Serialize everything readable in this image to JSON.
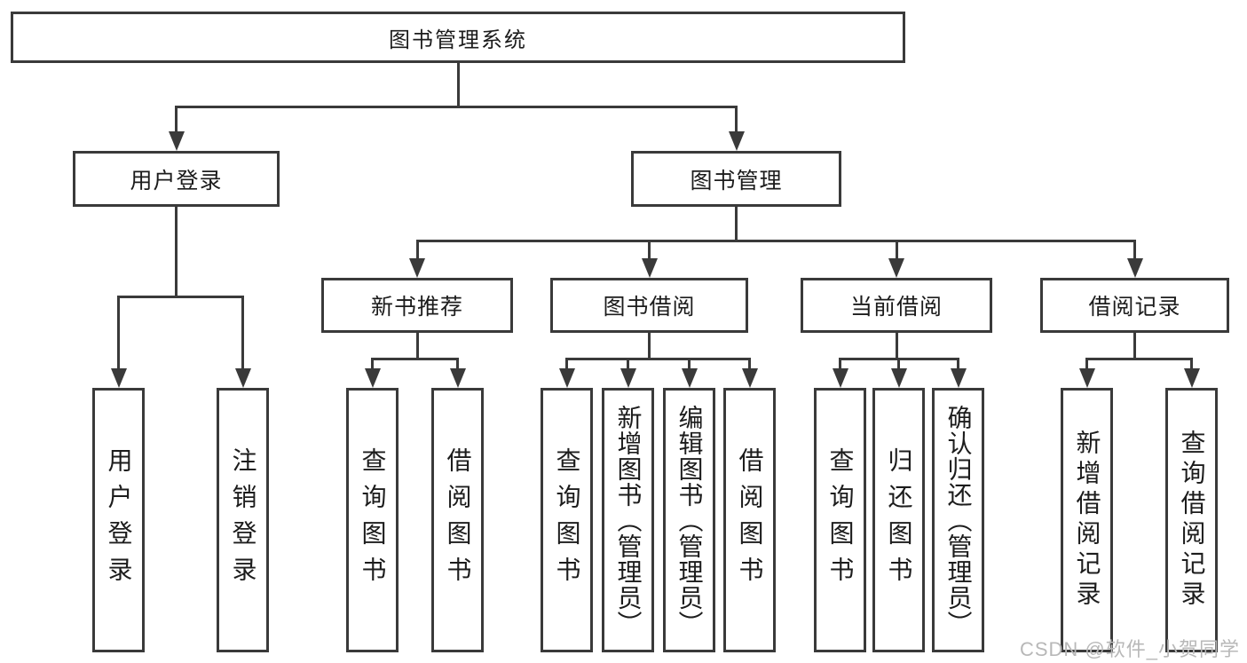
{
  "tree": {
    "root": {
      "label": "图书管理系统"
    },
    "branches": [
      {
        "label": "用户登录",
        "children": [
          {
            "label": "用户登录"
          },
          {
            "label": "注销登录"
          }
        ]
      },
      {
        "label": "图书管理",
        "children": [
          {
            "label": "新书推荐",
            "children": [
              {
                "label": "查询图书"
              },
              {
                "label": "借阅图书"
              }
            ]
          },
          {
            "label": "图书借阅",
            "children": [
              {
                "label": "查询图书"
              },
              {
                "label": "新增图书（管理员）"
              },
              {
                "label": "编辑图书（管理员）"
              },
              {
                "label": "借阅图书"
              }
            ]
          },
          {
            "label": "当前借阅",
            "children": [
              {
                "label": "查询图书"
              },
              {
                "label": "归还图书"
              },
              {
                "label": "确认归还（管理员）"
              }
            ]
          },
          {
            "label": "借阅记录",
            "children": [
              {
                "label": "新增借阅记录"
              },
              {
                "label": "查询借阅记录"
              }
            ]
          }
        ]
      }
    ]
  },
  "watermark": {
    "text": "CSDN @软件_小贺同学"
  },
  "colors": {
    "line": "#3a3a3a",
    "text": "#1c1c1c",
    "background": "#ffffff",
    "watermark": "#b8b8b8"
  }
}
